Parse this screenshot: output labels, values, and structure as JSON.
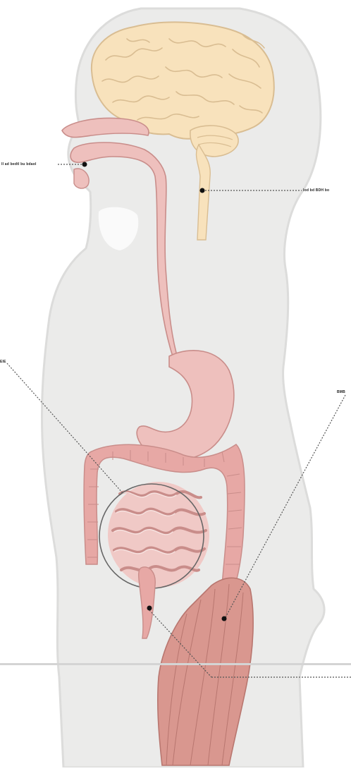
{
  "diagram": {
    "labels": {
      "mouth": "II ad bedtl bu bdaol",
      "spinal": "lod bd BDH bo",
      "left_mid": "EIE",
      "right_mid": "BMB"
    },
    "colors": {
      "body": "#ebebea",
      "body_outline": "#dcdcdb",
      "brain": "#f8e2bc",
      "brain_line": "#d9bd92",
      "digestive": "#eec0bd",
      "digestive_line": "#c98d8a",
      "intestine": "#e7a8a5",
      "muscle": "#d9978f",
      "leader": "#555555"
    }
  }
}
